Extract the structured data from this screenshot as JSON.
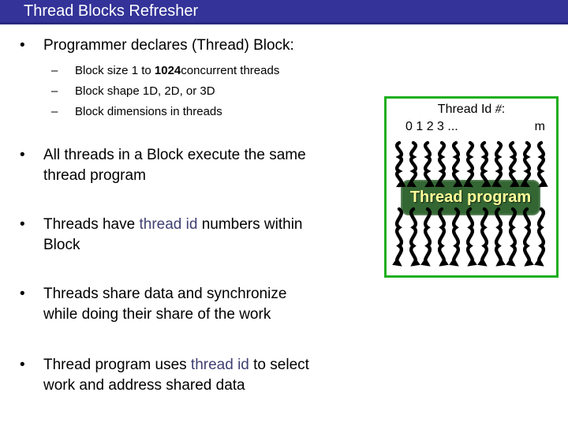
{
  "slide": {
    "title": "Thread Blocks Refresher",
    "bullet_char": "•",
    "dash_char": "–"
  },
  "bullets": {
    "b1": "Programmer declares (Thread) Block:",
    "s1_pre": "Block size 1 to ",
    "s1_bold": "1024",
    "s1_post": "concurrent threads",
    "s2": "Block shape 1D, 2D, or 3D",
    "s3": "Block dimensions in threads",
    "b2_l1": "All threads in a Block execute the same",
    "b2_l2": "thread program",
    "b3_l1_pre": "Threads have ",
    "b3_id": "thread id",
    "b3_l1_post": " numbers within",
    "b3_l2": "Block",
    "b4_l1": "Threads share data and synchronize",
    "b4_l2": "while doing their share of the work",
    "b5_l1_pre": "Thread program uses ",
    "b5_id": "thread id",
    "b5_l1_post": " to select",
    "b5_l2": "work and address shared data"
  },
  "diagram": {
    "header_pre": "Thread Id ",
    "header_hash": "#",
    "header_colon": ":",
    "index_left": "0 1 2 3 ...",
    "index_right": "m",
    "program_label": "Thread program"
  },
  "colors": {
    "title_bar": "#333399",
    "title_bar_edge": "#282880",
    "title_text": "#FFFFFF",
    "thread_id_text": "#404073",
    "diagram_border": "#1FAF1F",
    "program_box": "#336633",
    "program_text": "#FFFF99",
    "thread_arrow": "#000000"
  }
}
